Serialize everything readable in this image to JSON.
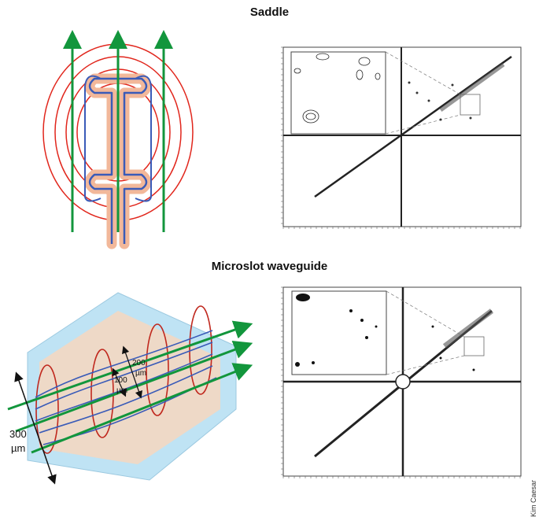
{
  "titles": {
    "top": "Saddle",
    "bottom": "Microslot waveguide"
  },
  "labels": {
    "dim_300_value": "300",
    "dim_300_unit": "µm",
    "dim_200_value": "200",
    "dim_200_unit": "µm",
    "dim_100_value": "100",
    "dim_100_unit": "µm"
  },
  "credit": "Kim Caesar",
  "colors": {
    "field_lines": "#e1261c",
    "arrows": "#12963c",
    "coil": "#3a5bb8",
    "coil_halo": "#f2b89a",
    "glass": "#bfe3f4",
    "substrate": "#f3d7c2",
    "spectrum": "#222222"
  }
}
